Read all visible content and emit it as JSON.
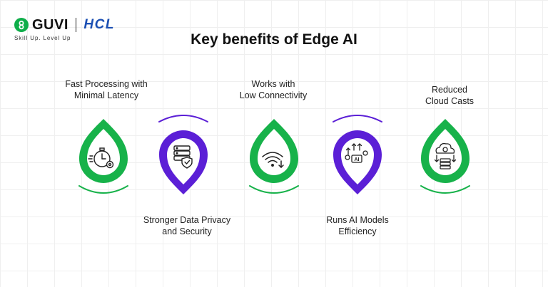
{
  "brand": {
    "primary": "GUVI",
    "secondary": "HCL",
    "tagline": "Skill Up. Level Up",
    "green": "#0fae4a",
    "blue": "#1b4fb3"
  },
  "title": "Key benefits of Edge AI",
  "benefits": [
    {
      "line1": "Fast Processing with",
      "line2": "Minimal Latency",
      "color": "#17b24a",
      "icon": "stopwatch-gear-icon"
    },
    {
      "line1": "Stronger Data Privacy",
      "line2": "and Security",
      "color": "#5b1fd6",
      "icon": "database-shield-icon"
    },
    {
      "line1": "Works with",
      "line2": "Low Connectivity",
      "color": "#17b24a",
      "icon": "wifi-download-icon"
    },
    {
      "line1": "Runs AI Models",
      "line2": "Efficiency",
      "color": "#5b1fd6",
      "icon": "ai-chip-gears-icon"
    },
    {
      "line1": "Reduced",
      "line2": "Cloud Casts",
      "color": "#17b24a",
      "icon": "cloud-server-icon"
    }
  ]
}
